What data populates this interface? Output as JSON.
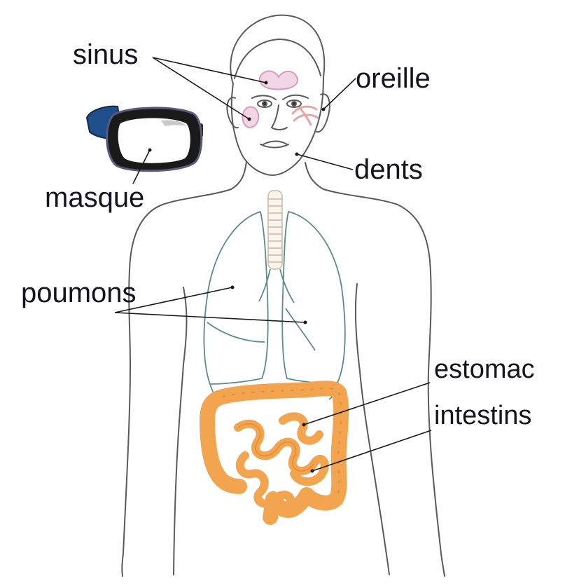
{
  "labels": {
    "sinus": "sinus",
    "oreille": "oreille",
    "dents": "dents",
    "masque": "masque",
    "poumons": "poumons",
    "estomac": "estomac",
    "intestins": "intestins"
  },
  "colors": {
    "outline": "#4a4a4a",
    "lungs": "#5f8a8a",
    "intestine": "#f2a44e",
    "intestine_dark": "#e88a2e",
    "sinus": "#e7b3d1",
    "ear": "#e9a3a3",
    "mask_strap": "#1f4f8a",
    "text": "#14141e"
  }
}
